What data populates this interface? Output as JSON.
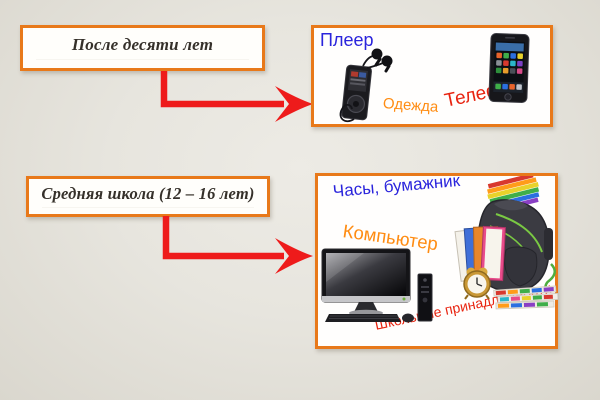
{
  "slide": {
    "type": "diagram",
    "language": "ru",
    "stages": [
      {
        "title": "После десяти лет",
        "labels": {
          "player": "Плеер",
          "clothes": "Одежда",
          "phone": "Телефон"
        },
        "icons": [
          "mp3-player",
          "smartphone"
        ]
      },
      {
        "title": "Средняя школа (12 – 16 лет)",
        "labels": {
          "watch_wallet": "Часы, бумажник",
          "computer": "Компьютер",
          "school_supplies": "Школьные принадлежности"
        },
        "icons": [
          "desktop-computer",
          "school-backpack"
        ]
      }
    ],
    "colors": {
      "box_border": "#E8791A",
      "arrow_red": "#EE1B1B",
      "label_blue": "#2A24DC",
      "label_orange": "#FF8C12",
      "label_red": "#E8230F",
      "background": "#E7E5DE",
      "box_background": "#FFFEFB",
      "title_text": "#35302A"
    }
  }
}
